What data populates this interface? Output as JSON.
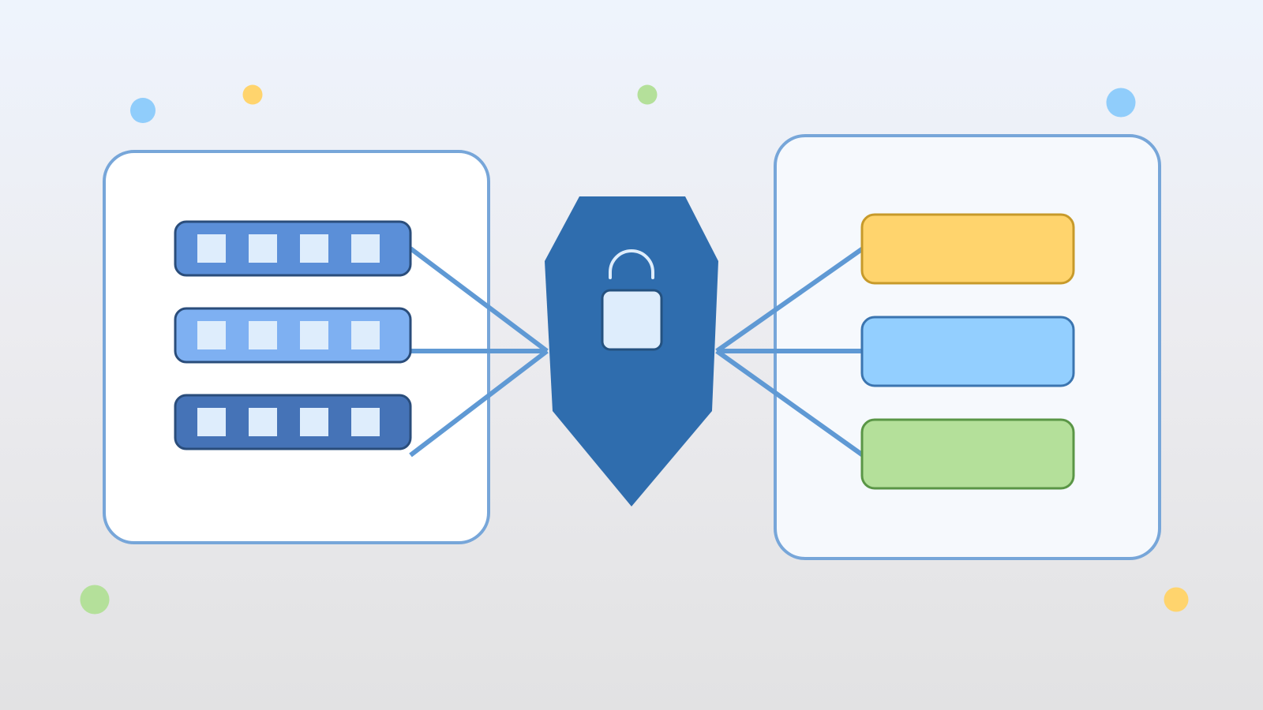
{
  "colors": {
    "panel_border": "#77a6d9",
    "connector": "#5f99d4",
    "shield": "#2f6dae",
    "shield_outline": "#24517f",
    "lock_fill": "#deedfc",
    "lock_shackle": "#deedfc",
    "slot_fill": "#deedfc",
    "left_panel_fill": "#ffffff",
    "right_panel_fill": "#f6f9fd"
  },
  "diagram": {
    "left_group": {
      "label": "",
      "servers": [
        {
          "name": "server-1",
          "fill": "#5b8fd8",
          "stroke": "#2a4d7b",
          "slots": 4
        },
        {
          "name": "server-2",
          "fill": "#7eb0f2",
          "stroke": "#2a4d7b",
          "slots": 4
        },
        {
          "name": "server-3",
          "fill": "#4573b7",
          "stroke": "#2a4d7b",
          "slots": 4
        }
      ]
    },
    "center": {
      "label": "",
      "icon": "shield-lock-icon"
    },
    "right_group": {
      "label": "",
      "blocks": [
        {
          "name": "block-yellow",
          "fill": "#ffd46d",
          "stroke": "#c79a2a"
        },
        {
          "name": "block-blue",
          "fill": "#93cfff",
          "stroke": "#3b75b0"
        },
        {
          "name": "block-green",
          "fill": "#b4e09a",
          "stroke": "#5a9646"
        }
      ]
    },
    "connections": [
      {
        "from": "server-1",
        "to": "shield"
      },
      {
        "from": "server-2",
        "to": "shield"
      },
      {
        "from": "server-3",
        "to": "shield"
      },
      {
        "from": "shield",
        "to": "block-yellow"
      },
      {
        "from": "shield",
        "to": "block-blue"
      },
      {
        "from": "shield",
        "to": "block-green"
      }
    ],
    "decorations": [
      {
        "name": "dot-blue-top-left",
        "color": "#90cdfb"
      },
      {
        "name": "dot-yellow-top-left",
        "color": "#ffd46d"
      },
      {
        "name": "dot-green-top-center",
        "color": "#b4e09a"
      },
      {
        "name": "dot-blue-top-right",
        "color": "#90cdfb"
      },
      {
        "name": "dot-green-bottom-left",
        "color": "#b4e09a"
      },
      {
        "name": "dot-yellow-bottom-right",
        "color": "#ffd46d"
      }
    ]
  }
}
